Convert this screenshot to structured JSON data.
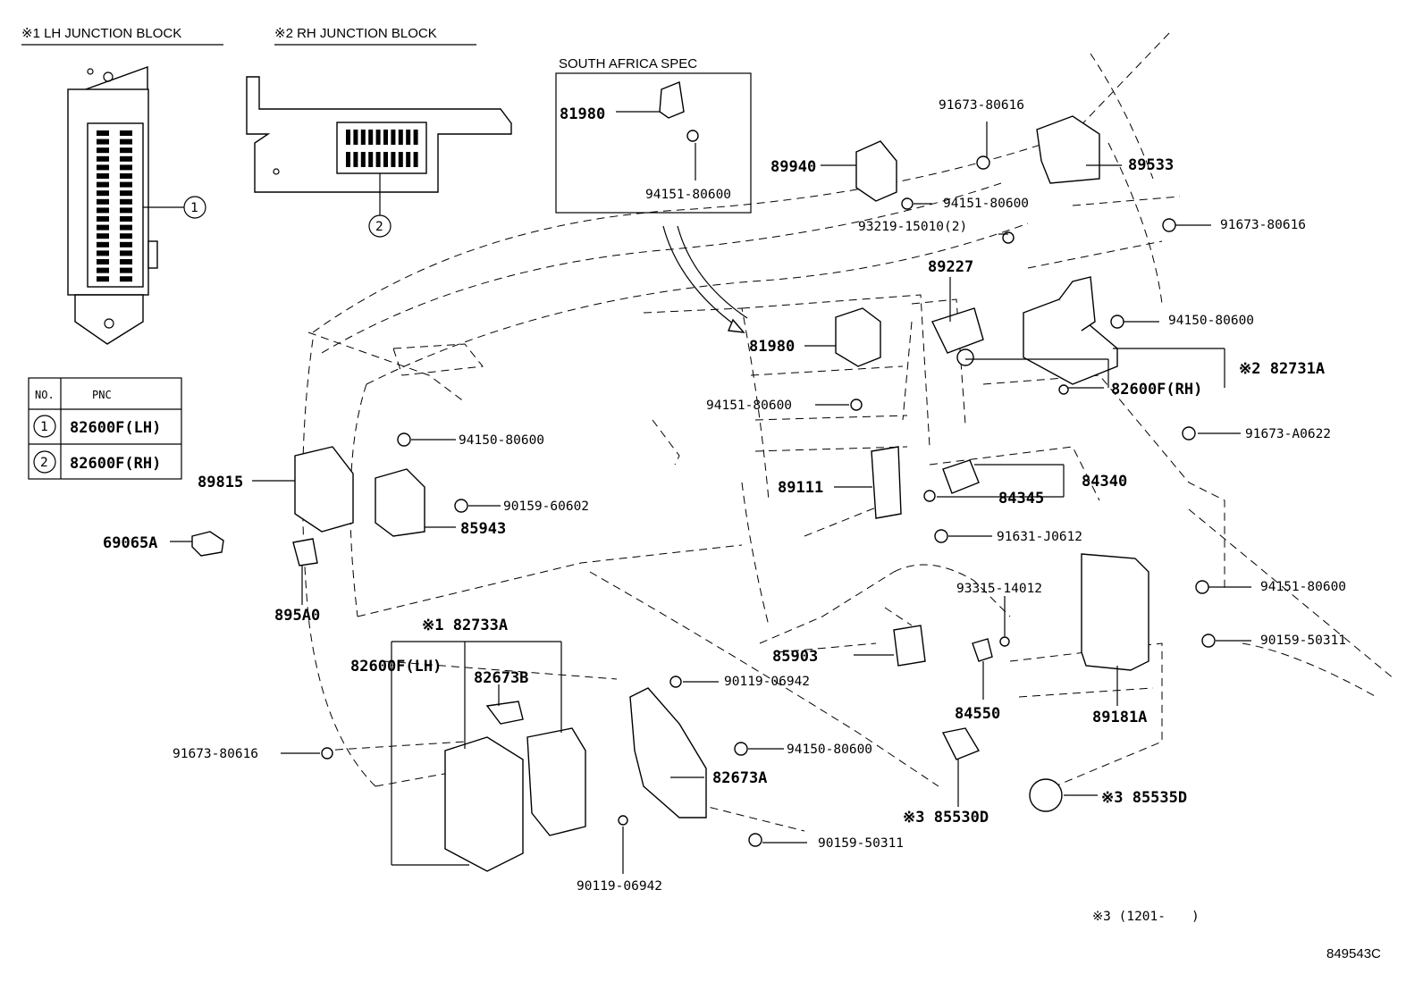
{
  "headers": {
    "lh_block": "※1 LH JUNCTION BLOCK",
    "rh_block": "※2 RH JUNCTION BLOCK",
    "south_africa": "SOUTH AFRICA SPEC"
  },
  "table": {
    "col_no": "NO.",
    "col_pnc": "PNC",
    "rows": [
      {
        "no": "1",
        "pnc": "82600F(LH)"
      },
      {
        "no": "2",
        "pnc": "82600F(RH)"
      }
    ]
  },
  "callouts": {
    "c1": "1",
    "c2": "2"
  },
  "parts": {
    "p81980_inset": "81980",
    "p94151_80600_inset": "94151-80600",
    "p89940": "89940",
    "p91673_80616_top": "91673-80616",
    "p94151_80600_top": "94151-80600",
    "p89533": "89533",
    "p93219": "93219-15010(2)",
    "p91673_80616_right": "91673-80616",
    "p89227": "89227",
    "p94150_80600_right": "94150-80600",
    "p81980": "81980",
    "p82731A": "※2 82731A",
    "p82600F_RH": "82600F(RH)",
    "p94151_80600_mid": "94151-80600",
    "p91673_A0622": "91673-A0622",
    "p94150_80600_left": "94150-80600",
    "p89815": "89815",
    "p90159_60602": "90159-60602",
    "p89111": "89111",
    "p84340": "84340",
    "p84345": "84345",
    "p85943": "85943",
    "p69065A": "69065A",
    "p91631": "91631-J0612",
    "p895A0": "895A0",
    "p93315": "93315-14012",
    "p94151_80600_low": "94151-80600",
    "p82733A": "※1 82733A",
    "p90159_50311_right": "90159-50311",
    "p82600F_LH": "82600F(LH)",
    "p82673B": "82673B",
    "p85903": "85903",
    "p90119_06942_top": "90119-06942",
    "p84550": "84550",
    "p89181A": "89181A",
    "p91673_80616_low": "91673-80616",
    "p94150_80600_low": "94150-80600",
    "p82673A": "82673A",
    "p85530D": "※3 85530D",
    "p85535D": "※3 85535D",
    "p90159_50311_low": "90159-50311",
    "p90119_06942_low": "90119-06942"
  },
  "footnote": "※3 (1201-　　)",
  "figure_code": "849543C"
}
